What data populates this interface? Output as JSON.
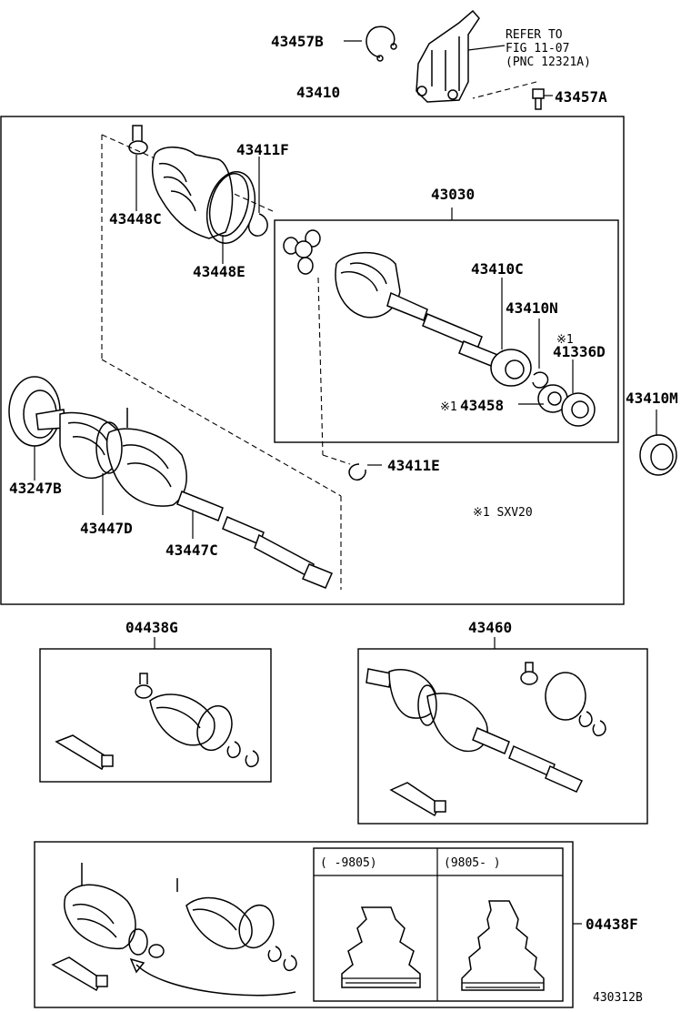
{
  "callouts": {
    "c43457B": "43457B",
    "c43410": "43410",
    "c43457A": "43457A",
    "c43411F": "43411F",
    "c43448C": "43448C",
    "c43448E": "43448E",
    "c43030": "43030",
    "c43410C": "43410C",
    "c43410N": "43410N",
    "c41336D": "41336D",
    "c43458": "43458",
    "c43410M": "43410M",
    "c43247B": "43247B",
    "c43411E": "43411E",
    "c43447D": "43447D",
    "c43447C": "43447C",
    "c04438G": "04438G",
    "c43460": "43460",
    "c04438F": "04438F"
  },
  "notes": {
    "refer_line1": "REFER TO",
    "refer_line2": "FIG 11-07",
    "refer_line3": "(PNC 12321A)",
    "mark1": "※1",
    "mark1b": "※1",
    "footnote": "※1  SXV20"
  },
  "date_ranges": {
    "left": "(      -9805)",
    "right": "(9805-      )"
  },
  "figure_id": "430312B"
}
